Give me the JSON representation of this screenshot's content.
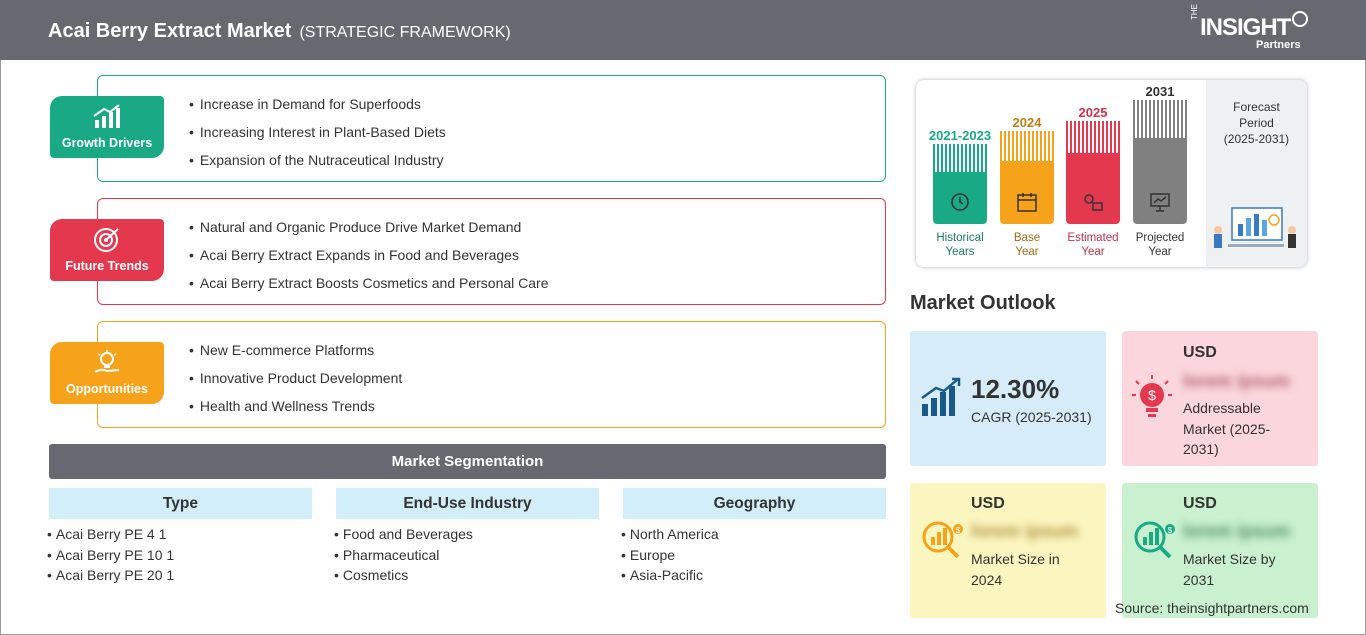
{
  "header": {
    "title": "Acai Berry Extract Market",
    "subtitle": "(STRATEGIC FRAMEWORK)",
    "logo_the": "THE",
    "logo_main": "INSIGHT",
    "logo_sub": "Partners"
  },
  "colors": {
    "growth": "#1aa985",
    "trends": "#e4384e",
    "opportunities": "#f7a21b",
    "header_bg": "#666a70",
    "seg_head_bg": "#d2eef8"
  },
  "rows": [
    {
      "label": "Growth Drivers",
      "icon": "growth-chart-icon",
      "items": [
        "Increase in Demand for Superfoods",
        "Increasing Interest in Plant-Based Diets",
        "Expansion of the Nutraceutical Industry"
      ]
    },
    {
      "label": "Future Trends",
      "icon": "target-icon",
      "items": [
        "Natural and Organic Produce Drive Market Demand",
        "Acai Berry Extract Expands in Food and Beverages",
        "Acai Berry Extract Boosts Cosmetics and Personal Care"
      ]
    },
    {
      "label": "Opportunities",
      "icon": "lightbulb-hand-icon",
      "items": [
        "New E-commerce Platforms",
        "Innovative Product Development",
        "Health and Wellness Trends"
      ]
    }
  ],
  "segmentation": {
    "title": "Market Segmentation",
    "columns": [
      {
        "head": "Type",
        "items": [
          "Acai Berry PE 4 1",
          "Acai Berry PE 10 1",
          "Acai Berry PE 20 1"
        ]
      },
      {
        "head": "End-Use Industry",
        "items": [
          "Food and Beverages",
          "Pharmaceutical",
          "Cosmetics"
        ]
      },
      {
        "head": "Geography",
        "items": [
          "North America",
          "Europe",
          "Asia-Pacific"
        ]
      }
    ]
  },
  "timeline": {
    "columns": [
      {
        "year": "2021-2023",
        "caption_1": "Historical",
        "caption_2": "Years",
        "color": "#1aa985",
        "icon": "history-icon"
      },
      {
        "year": "2024",
        "caption_1": "Base",
        "caption_2": "Year",
        "color": "#f7a21b",
        "icon": "calendar-icon"
      },
      {
        "year": "2025",
        "caption_1": "Estimated",
        "caption_2": "Year",
        "color": "#e4384e",
        "icon": "gear-chart-icon"
      },
      {
        "year": "2031",
        "caption_1": "Projected",
        "caption_2": "Year",
        "color": "#808080",
        "icon": "presentation-icon"
      }
    ],
    "forecast_1": "Forecast",
    "forecast_2": "Period",
    "forecast_3": "(2025-2031)"
  },
  "outlook": {
    "title": "Market Outlook",
    "cagr": {
      "value": "12.30%",
      "label": "CAGR (2025-2031)",
      "bg": "#d6ecf8"
    },
    "addressable": {
      "usd": "USD",
      "value": "lorem ipsum",
      "line1": "Addressable",
      "line2": "Market (2025-",
      "line3": "2031)",
      "bg": "#fbd6dc"
    },
    "size2024": {
      "usd": "USD",
      "value": "lorem ipsum",
      "line1": "Market Size in",
      "line2": "2024",
      "bg": "#fbf6bf"
    },
    "size2031": {
      "usd": "USD",
      "value": "lorem ipsum",
      "line1": "Market Size by",
      "line2": "2031",
      "bg": "#c9f0cf"
    }
  },
  "source": "Source: theinsightpartners.com"
}
